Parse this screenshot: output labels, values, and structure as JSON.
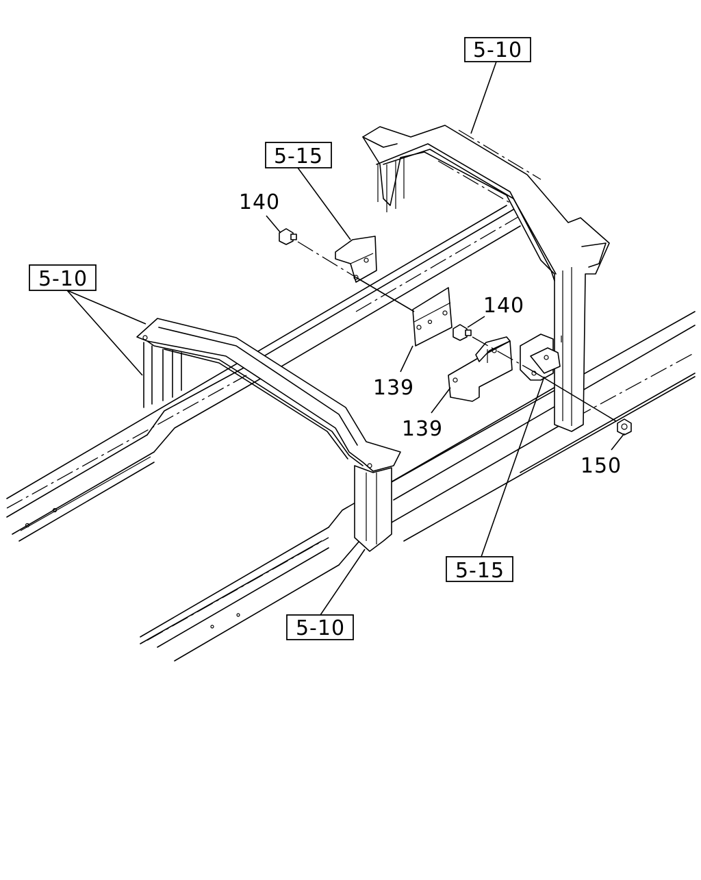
{
  "diagram": {
    "callouts": {
      "ref_top": "5-10",
      "ref_left": "5-10",
      "ref_bottom": "5-10",
      "ref_upper_bracket": "5-15",
      "ref_lower_bracket": "5-15"
    },
    "parts": {
      "bolt_upper": "140",
      "bolt_lower": "140",
      "plate_upper": "139",
      "plate_lower": "139",
      "nut": "150"
    }
  }
}
